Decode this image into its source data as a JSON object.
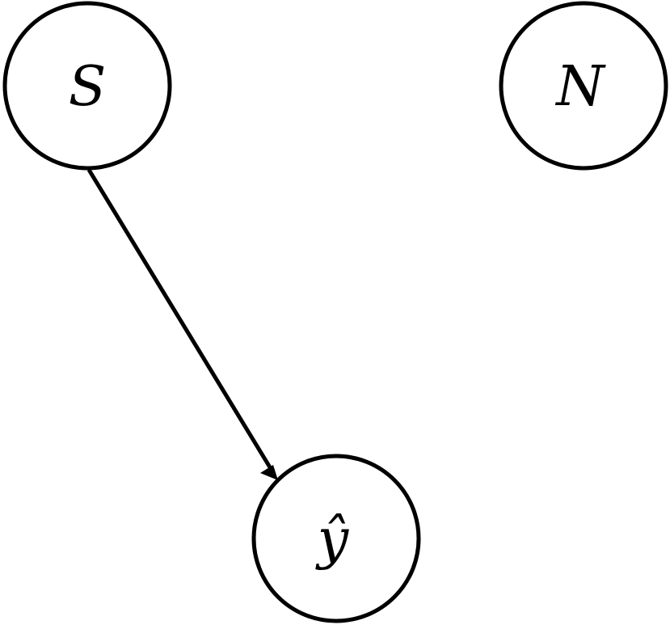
{
  "diagram": {
    "nodes": [
      {
        "id": "S",
        "label": "S"
      },
      {
        "id": "N",
        "label": "N"
      },
      {
        "id": "yhat",
        "label": "ŷ"
      }
    ],
    "edges": [
      {
        "from": "S",
        "to": "yhat"
      }
    ],
    "colors": {
      "stroke": "#000000",
      "fill": "#ffffff"
    }
  }
}
